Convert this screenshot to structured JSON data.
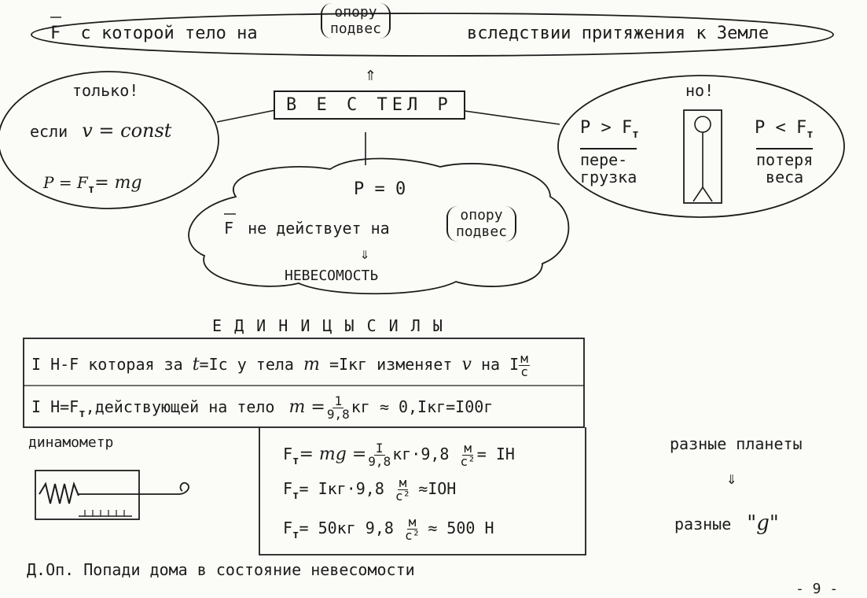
{
  "top": {
    "prefix": "F",
    "middle": "с которой тело на",
    "paren_top": "опору",
    "paren_bottom": "подвес",
    "suffix": "вследствии притяжения к Земле"
  },
  "center": {
    "title": "В Е С   ТЕЛ  Р",
    "arrow_up": "⇑"
  },
  "left_oval": {
    "heading": "только!",
    "condition_prefix": "если",
    "condition_math": "v = const",
    "formula": "P = F",
    "formula_sub": "т",
    "formula_tail": "= mg"
  },
  "right_oval": {
    "heading": "но!",
    "left_ineq": "P > F",
    "left_ineq_sub": "т",
    "left_caption_1": "пере-",
    "left_caption_2": "грузка",
    "right_ineq": "P < F",
    "right_ineq_sub": "т",
    "right_caption_1": "потеря",
    "right_caption_2": "веса"
  },
  "cloud": {
    "p_zero": "P = 0",
    "line_prefix": "F",
    "line_middle": "не действует на",
    "paren_top": "опору",
    "paren_bottom": "подвес",
    "arrow_down": "⇓",
    "result": "НЕВЕСОМОСТЬ"
  },
  "units": {
    "heading": "Е Д И Н И Ц Ы   С И Л Ы",
    "line1_a": "I Н-F которая за",
    "line1_t": "t",
    "line1_b": "=Iс у тела",
    "line1_m": "m",
    "line1_c": "=Iкг изменяет",
    "line1_v": "v",
    "line1_d": "на I",
    "line1_frac_num": "м",
    "line1_frac_den": "с",
    "line2_a": "I Н=F",
    "line2_sub": "т",
    "line2_b": ",действующей на тело",
    "line2_m": "m =",
    "line2_frac_num": "1",
    "line2_frac_den": "9,8",
    "line2_c": "кг ≈ 0,Iкг=I00г"
  },
  "dynamometer": {
    "label": "динамометр"
  },
  "formulas": {
    "f1_a": "F",
    "f1_sub": "т",
    "f1_b": "= mg =",
    "f1_frac_num": "I",
    "f1_frac_den": "9,8",
    "f1_c": "кг·9,8",
    "f1_unit_num": "м",
    "f1_unit_den": "с²",
    "f1_d": "= IН",
    "f2_a": "F",
    "f2_sub": "т",
    "f2_b": "= Iкг·9,8",
    "f2_unit_num": "м",
    "f2_unit_den": "с²",
    "f2_c": "≈IОН",
    "f3_a": "F",
    "f3_sub": "т",
    "f3_b": "= 50кг 9,8",
    "f3_unit_num": "м",
    "f3_unit_den": "с²",
    "f3_c": "≈ 500 Н"
  },
  "planets": {
    "line1": "разные планеты",
    "arrow": "⇓",
    "line2": "разные",
    "line2_g": "\"g\""
  },
  "homework": {
    "text": "Д.Оп. Попади дома в состояние невесомости"
  },
  "page_number": {
    "text": "- 9 -"
  }
}
